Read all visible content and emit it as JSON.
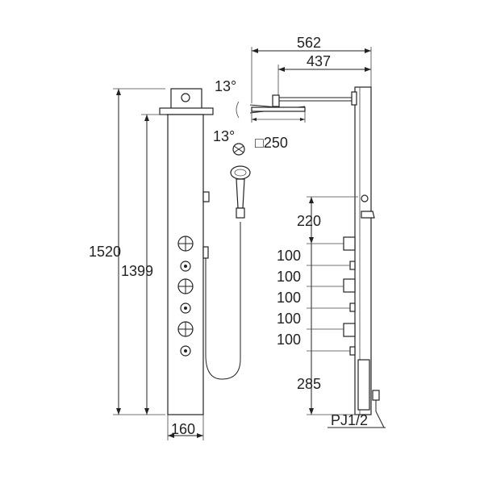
{
  "dimensions": {
    "total_height": "1520",
    "column_height": "1399",
    "panel_width": "160",
    "overhead_span": "562",
    "arm_length": "437",
    "tilt_up": "13°",
    "tilt_down": "13°",
    "head_size": "□250",
    "spacing_top": "220",
    "spacing_1": "100",
    "spacing_2": "100",
    "spacing_3": "100",
    "spacing_4": "100",
    "spacing_bottom": "285",
    "pipe_connection": "PJ1/2"
  }
}
